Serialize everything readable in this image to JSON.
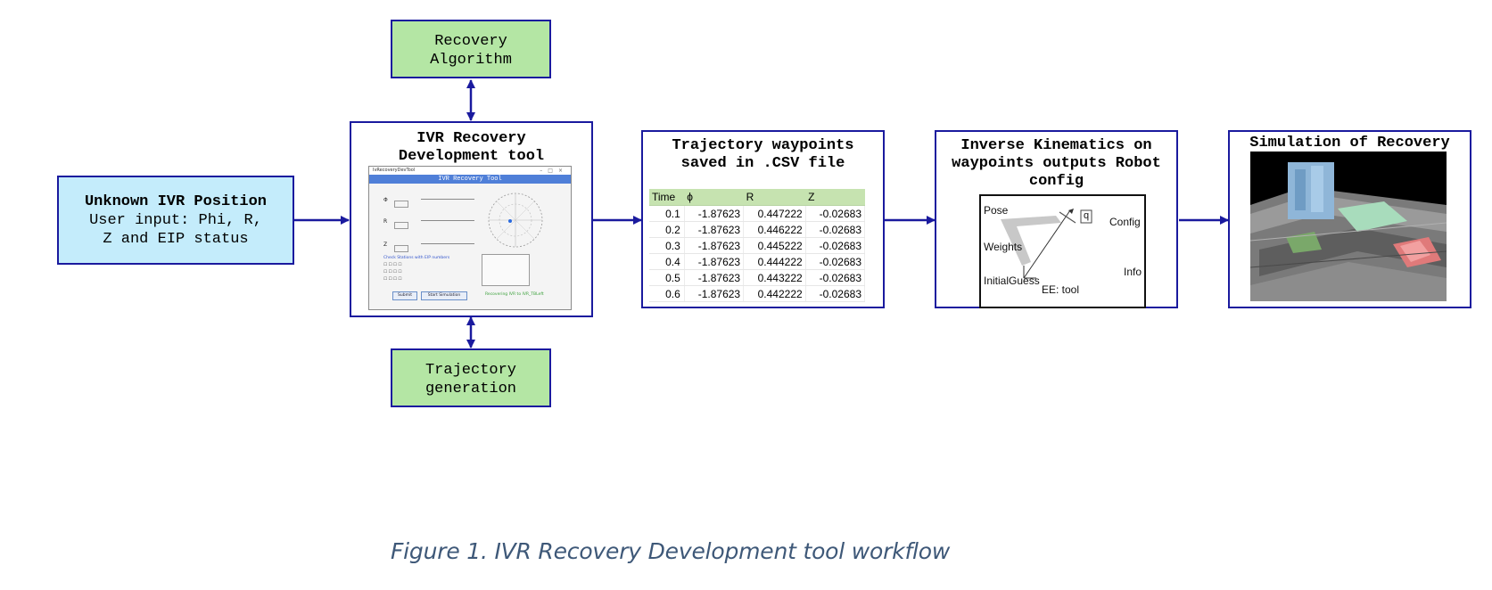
{
  "diagram": {
    "nodes": {
      "recovery_algorithm": {
        "lines": [
          "Recovery",
          "Algorithm"
        ]
      },
      "unknown_position": {
        "title": "Unknown IVR Position",
        "lines": [
          "User input: Phi, R,",
          "Z and EIP status"
        ]
      },
      "dev_tool": {
        "lines": [
          "IVR Recovery",
          "Development tool"
        ]
      },
      "trajectory_generation": {
        "lines": [
          "Trajectory",
          "generation"
        ]
      },
      "waypoints": {
        "lines": [
          "Trajectory waypoints",
          "saved in .CSV file"
        ]
      },
      "inverse_kinematics": {
        "lines": [
          "Inverse Kinematics on",
          "waypoints outputs Robot",
          "config"
        ]
      },
      "simulation": {
        "lines": [
          "Simulation of Recovery"
        ]
      }
    },
    "gui_screenshot": {
      "window_title": "IvRecoveryDevTool",
      "header": "IVR Recovery Tool",
      "slider_labels": [
        "Φ",
        "R",
        "Z"
      ],
      "check_label": "Check Stations with EIP numbers",
      "buttons": [
        "Submit",
        "Start Simulation"
      ],
      "status": "Recovering IVR to IVR_TBLeft"
    },
    "csv_table": {
      "headers": [
        "Time",
        "ϕ",
        "R",
        "Z"
      ],
      "rows": [
        [
          "0.1",
          "-1.87623",
          "0.447222",
          "-0.02683"
        ],
        [
          "0.2",
          "-1.87623",
          "0.446222",
          "-0.02683"
        ],
        [
          "0.3",
          "-1.87623",
          "0.445222",
          "-0.02683"
        ],
        [
          "0.4",
          "-1.87623",
          "0.444222",
          "-0.02683"
        ],
        [
          "0.5",
          "-1.87623",
          "0.443222",
          "-0.02683"
        ],
        [
          "0.6",
          "-1.87623",
          "0.442222",
          "-0.02683"
        ]
      ]
    },
    "ik_block": {
      "inputs": [
        "Pose",
        "Weights",
        "InitialGuess"
      ],
      "outputs": [
        "Config",
        "Info"
      ],
      "footer": "EE: tool",
      "icon_text": "q"
    },
    "colors": {
      "border": "#1a1a9e",
      "green_fill": "#b4e6a4",
      "blue_fill": "#c4ecfb",
      "caption": "#3e5878"
    }
  },
  "caption": "Figure 1. IVR Recovery Development tool workflow"
}
